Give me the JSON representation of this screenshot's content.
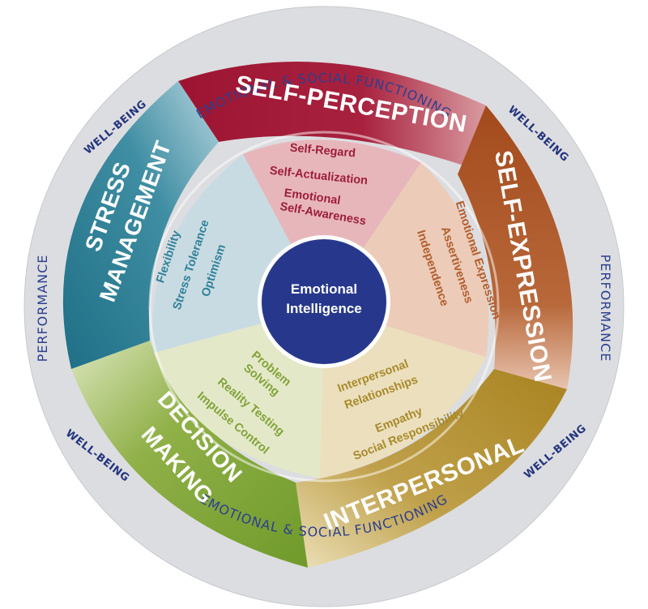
{
  "center": {
    "line1": "Emotional",
    "line2": "Intelligence"
  },
  "outer_ring": {
    "top_label": "EMOTIONAL & SOCIAL FUNCTIONING",
    "bottom_label": "EMOTIONAL & SOCIAL FUNCTIONING",
    "left_label": "PERFORMANCE",
    "right_label": "PERFORMANCE",
    "wellbeing_label": "WELL-BEING"
  },
  "composites": {
    "self_perception": {
      "title": "SELF-PERCEPTION",
      "items": [
        "Self-Regard",
        "Self-Actualization",
        "Emotional",
        "Self-Awareness"
      ]
    },
    "self_expression": {
      "title": "SELF-EXPRESSION",
      "items": [
        "Emotional Expression",
        "Assertiveness",
        "Independence"
      ]
    },
    "interpersonal": {
      "title": "INTERPERSONAL",
      "items": [
        "Interpersonal",
        "Relationships",
        "Empathy",
        "Social Responsibility"
      ]
    },
    "decision_making": {
      "title_line1": "DECISION",
      "title_line2": "MAKING",
      "items": [
        "Problem",
        "Solving",
        "Reality Testing",
        "Impulse Control"
      ]
    },
    "stress_management": {
      "title_line1": "STRESS",
      "title_line2": "MANAGEMENT",
      "items": [
        "Flexibility",
        "Stress Tolerance",
        "Optimism"
      ]
    }
  },
  "colors": {
    "ring": "#dcdde0",
    "ring_text": "#2c3f8f",
    "center": "#27388c",
    "self_perception": "#a5203b",
    "self_expression": "#b05a2a",
    "interpersonal": "#b89530",
    "decision_making": "#86a83c",
    "stress_management": "#2f7f93"
  }
}
